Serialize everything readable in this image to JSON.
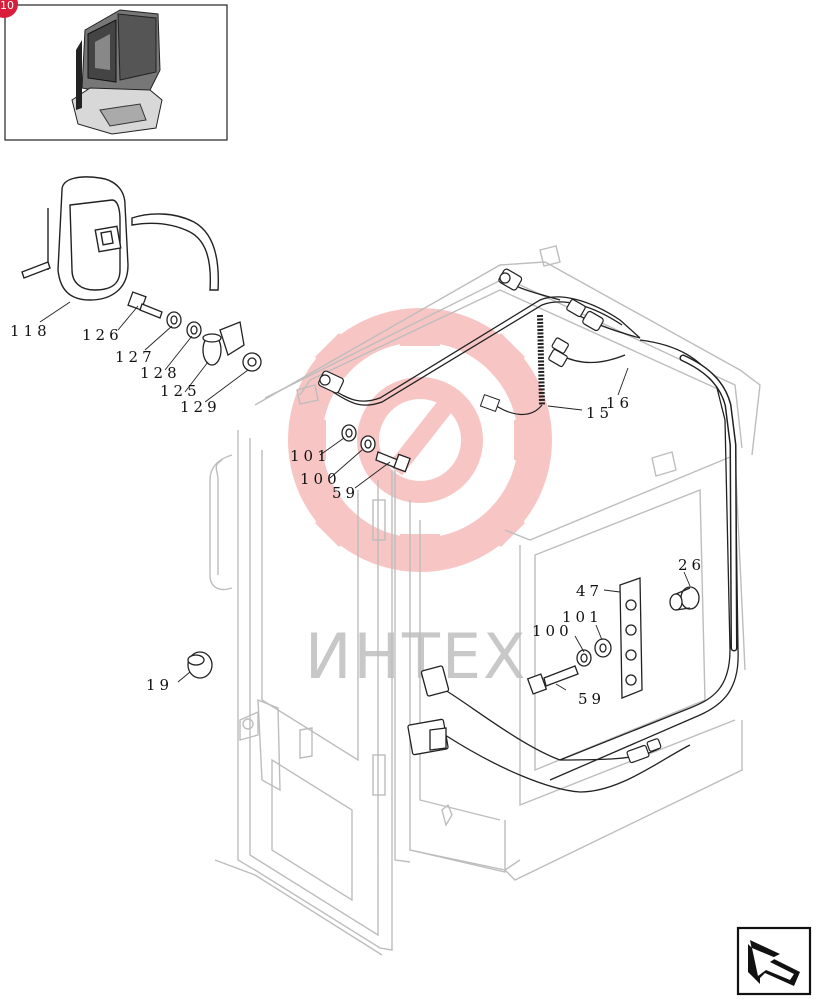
{
  "badge": {
    "text": "10",
    "color": "#d81e3a"
  },
  "watermark": {
    "text": "ИНТЕХ",
    "color": "#f08080"
  },
  "callouts": {
    "c118": "118",
    "c126": "126",
    "c127": "127",
    "c128": "128",
    "c125": "125",
    "c129": "129",
    "c101a": "101",
    "c100a": "100",
    "c59a": "59",
    "c15": "15",
    "c16": "16",
    "c26": "26",
    "c47": "47",
    "c101b": "101",
    "c100b": "100",
    "c59b": "59",
    "c19": "19"
  },
  "nav": {
    "icon": "next-page-arrow-icon"
  }
}
